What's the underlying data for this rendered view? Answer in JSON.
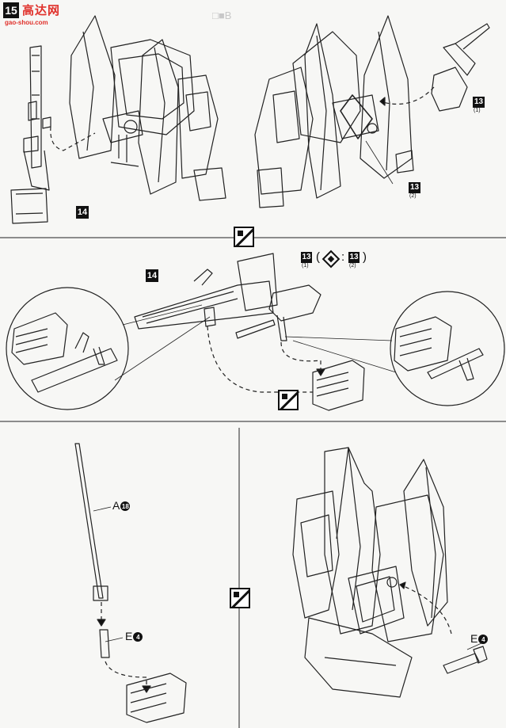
{
  "header": {
    "step_number": "15",
    "site_name": "高达网",
    "site_url": "gao-shou.com"
  },
  "parts": {
    "p14_top": "14",
    "p13_top": "13",
    "p13_top_sub": "(1)",
    "p13_mid": "13",
    "p13_mid_sub": "(2)",
    "p14_mid": "14",
    "combo_a": "13",
    "combo_a_sub": "(1)",
    "combo_b": "13",
    "combo_b_sub": "(2)",
    "label_a": "A",
    "label_a_num": "18",
    "label_e1": "E",
    "label_e1_num": "4",
    "label_e2": "E",
    "label_e2_num": "4"
  },
  "icons": [
    "hand-swap-icon",
    "hand-swap-icon",
    "hand-swap-icon",
    "hand-swap-icon"
  ],
  "colors": {
    "ink": "#111111",
    "paper": "#f7f7f5",
    "brand_red": "#e0312b"
  }
}
